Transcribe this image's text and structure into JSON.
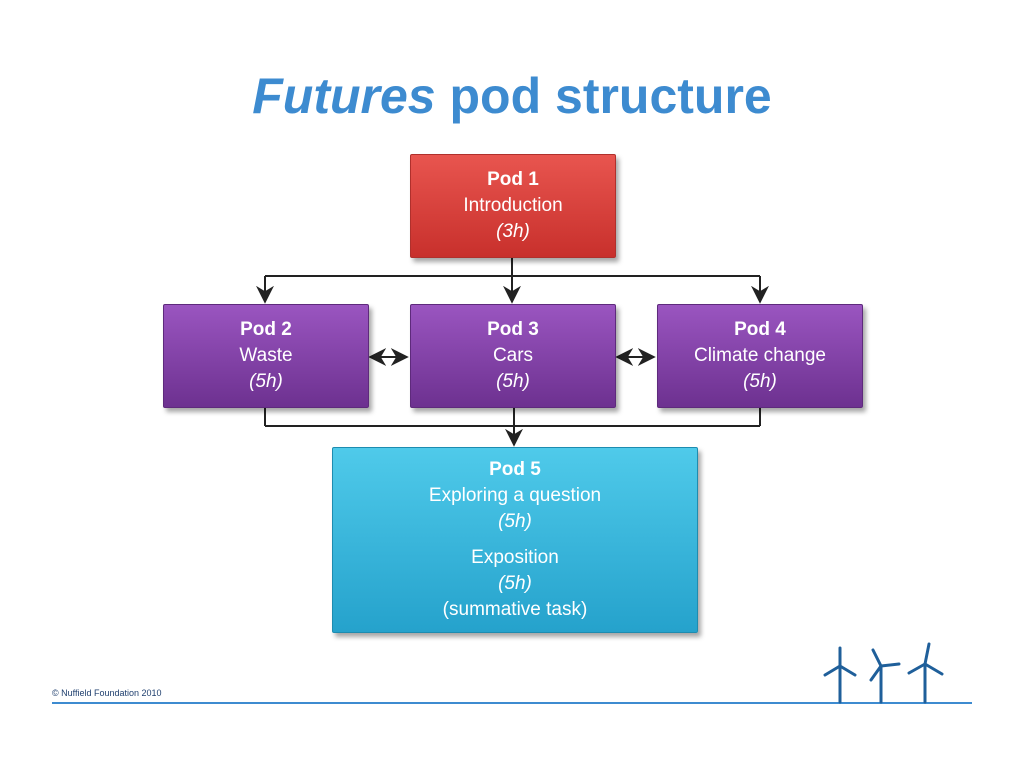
{
  "title": {
    "italic_part": "Futures",
    "rest": "pod structure"
  },
  "pods": {
    "pod1": {
      "name": "Pod 1",
      "topic": "Introduction",
      "hours": "(3h)"
    },
    "pod2": {
      "name": "Pod 2",
      "topic": "Waste",
      "hours": "(5h)"
    },
    "pod3": {
      "name": "Pod 3",
      "topic": "Cars",
      "hours": "(5h)"
    },
    "pod4": {
      "name": "Pod 4",
      "topic": "Climate change",
      "hours": "(5h)"
    },
    "pod5": {
      "name": "Pod 5",
      "topic": "Exploring a question",
      "hours": "(5h)",
      "topic2": "Exposition",
      "hours2": "(5h)",
      "note": "(summative task)"
    }
  },
  "footer": {
    "copyright": "© Nuffield Foundation 2010"
  },
  "colors": {
    "title": "#3d8bd0",
    "pod1": "#d63e39",
    "pods_2_4": "#7f3ea6",
    "pod5": "#34b6df",
    "accent_line": "#3d8bd0"
  },
  "icons": [
    "wind-turbine-icon",
    "wind-turbine-icon",
    "wind-turbine-icon"
  ]
}
